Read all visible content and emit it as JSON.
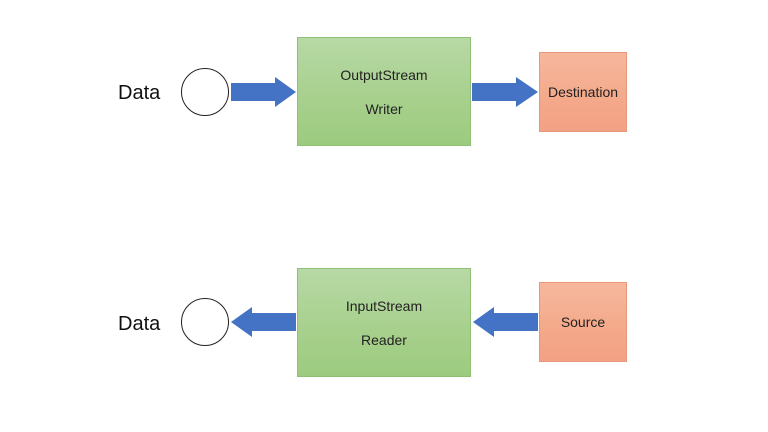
{
  "top_flow": {
    "data_label": "Data",
    "process_line1": "OutputStream",
    "process_line2": "Writer",
    "endpoint_label": "Destination"
  },
  "bottom_flow": {
    "data_label": "Data",
    "process_line1": "InputStream",
    "process_line2": "Reader",
    "endpoint_label": "Source"
  },
  "colors": {
    "arrow": "#4472c4",
    "process_fill": "#a8d08d",
    "endpoint_fill": "#f4b183"
  }
}
